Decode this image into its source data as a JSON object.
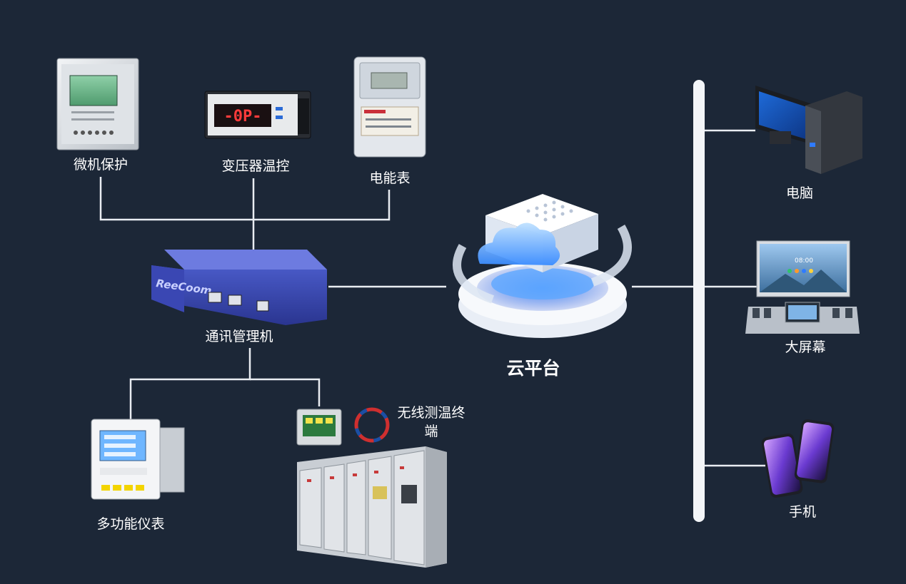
{
  "diagram": {
    "background": "#1c2737",
    "line_color": "#e9edf2",
    "accent_color": "#2f7bff",
    "devices": {
      "microcomputer_protection": "微机保护",
      "transformer_temp_control": "变压器温控",
      "energy_meter": "电能表",
      "comm_manager": "通讯管理机",
      "comm_manager_brand": "ReeCoom",
      "multifunction_meter": "多功能仪表",
      "wireless_temp_terminal": "无线测温终端",
      "temp_display_text": "-0P-"
    },
    "cloud": {
      "label": "云平台"
    },
    "clients": {
      "computer": "电脑",
      "big_screen": "大屏幕",
      "big_screen_time": "08:00",
      "phone": "手机"
    }
  }
}
